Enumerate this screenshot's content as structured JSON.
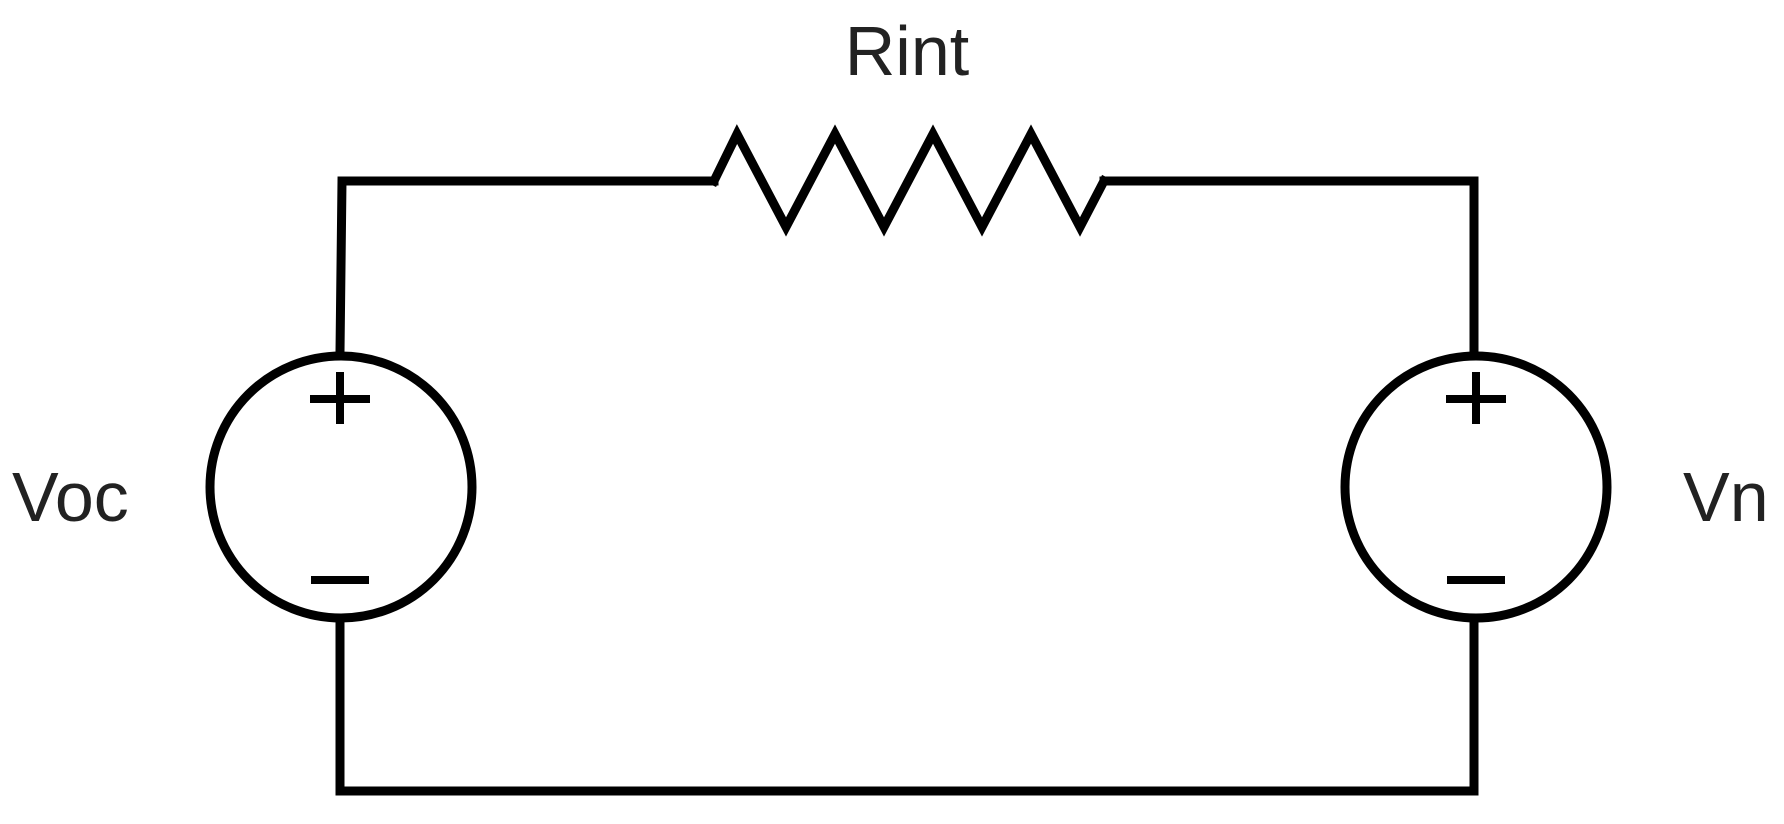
{
  "diagram": {
    "type": "circuit-schematic",
    "components": {
      "resistor": {
        "label": "Rint"
      },
      "source_left": {
        "label": "Voc",
        "positive": "+",
        "negative": "−"
      },
      "source_right": {
        "label": "Vn",
        "positive": "+",
        "negative": "−"
      }
    },
    "colors": {
      "line": "#000000",
      "text": "#222222",
      "background": "#ffffff"
    }
  }
}
